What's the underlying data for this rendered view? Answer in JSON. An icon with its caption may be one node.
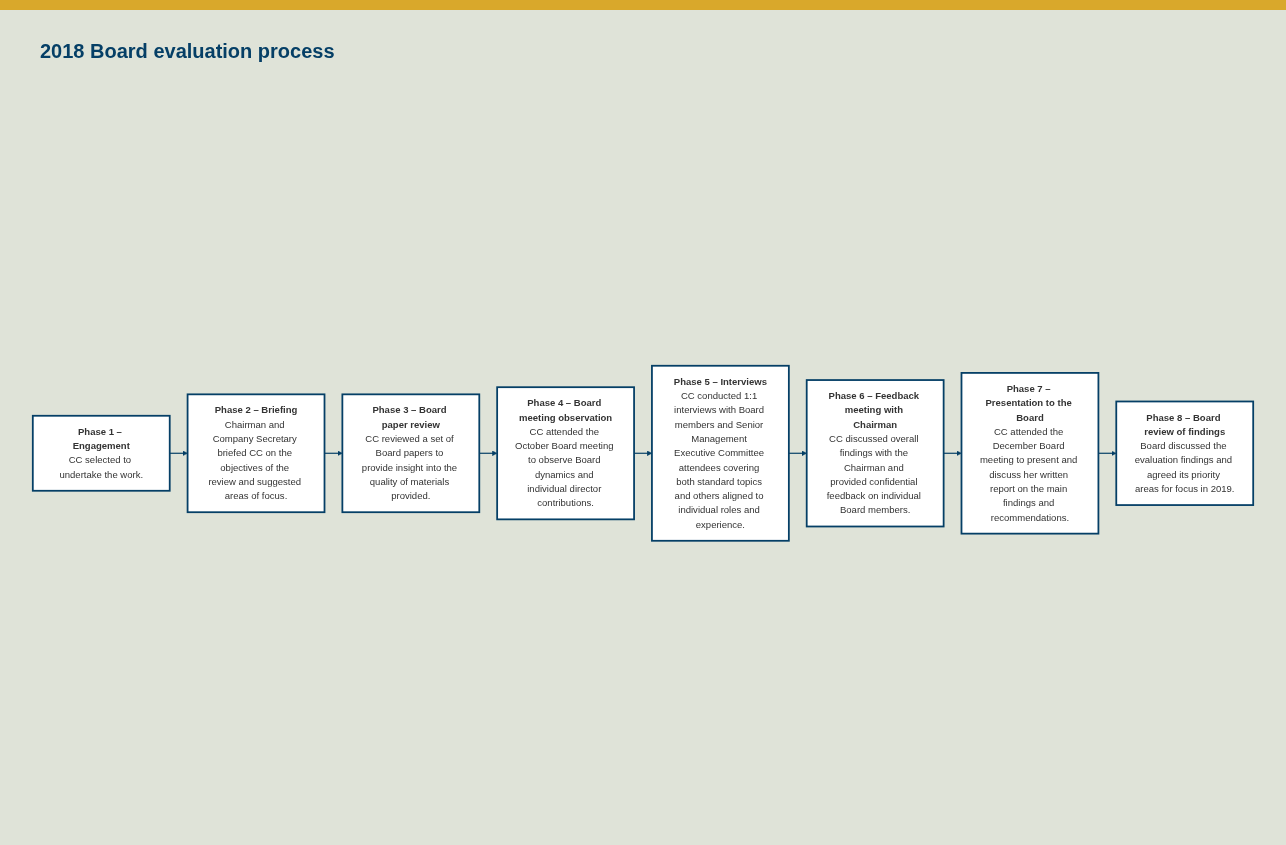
{
  "diagram": {
    "title": "2018 Board evaluation process",
    "nodes": [
      {
        "text": [
          "Phase 1 – Engagement",
          "CC selected to undertake the work."
        ]
      },
      {
        "text": [
          "Phase 2 – Briefing",
          "Chairman and Company Secretary briefed CC on the objectives of the review and suggested areas of focus."
        ]
      },
      {
        "text": [
          "Phase 3 – Board paper review",
          "CC reviewed a set of Board papers to provide insight into the quality of materials provided."
        ]
      },
      {
        "text": [
          "Phase 4 – Board meeting observation",
          "CC attended the October Board meeting to observe Board dynamics and individual director contributions."
        ]
      },
      {
        "text": [
          "Phase 5 – Interviews",
          "CC conducted 1:1 interviews with Board members and Senior Management Executive Committee attendees covering both standard topics and others aligned to individual roles and experience."
        ]
      },
      {
        "text": [
          "Phase 6 – Feedback meeting with Chairman",
          "CC discussed overall findings with the Chairman and provided confidential feedback on individual Board members."
        ]
      },
      {
        "text": [
          "Phase 7 – Presentation to the Board",
          "CC attended the December Board meeting to present and discuss her written report on the main findings and recommendations."
        ]
      },
      {
        "text": [
          "Phase 8 – Board review of findings",
          "Board discussed the evaluation findings and agreed its priority areas for focus in 2019."
        ]
      }
    ],
    "edges": [
      {
        "from": 0,
        "to": 1,
        "arrow": "to"
      },
      {
        "from": 1,
        "to": 2,
        "arrow": "to"
      },
      {
        "from": 2,
        "to": 3,
        "arrow": "to"
      },
      {
        "from": 3,
        "to": 4,
        "arrow": "to"
      },
      {
        "from": 4,
        "to": 5,
        "arrow": "to"
      },
      {
        "from": 5,
        "to": 6,
        "arrow": "to"
      },
      {
        "from": 6,
        "to": 7,
        "arrow": "to"
      }
    ]
  }
}
